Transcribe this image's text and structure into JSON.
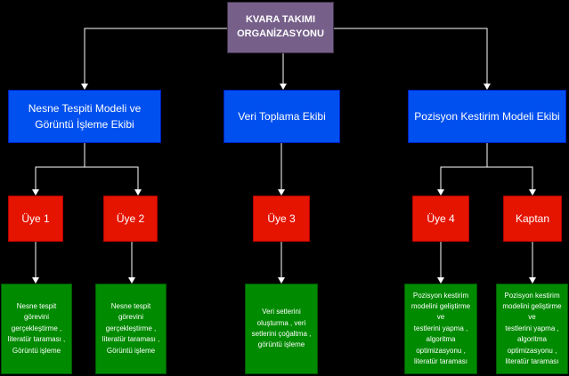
{
  "colors": {
    "root": "#76608a",
    "team": "#0050ef",
    "member": "#e51400",
    "task": "#008a00",
    "edge": "#ffffff",
    "background": "#000000"
  },
  "root": {
    "label": "KVARA TAKIMI\nORGANİZASYONU"
  },
  "teams": [
    {
      "label": "Nesne Tespiti Modeli ve\nGörüntü İşleme Ekibi"
    },
    {
      "label": "Veri Toplama Ekibi"
    },
    {
      "label": "Pozisyon Kestirim Modeli Ekibi"
    }
  ],
  "members": [
    {
      "label": "Üye 1"
    },
    {
      "label": "Üye 2"
    },
    {
      "label": "Üye 3"
    },
    {
      "label": "Üye 4"
    },
    {
      "label": "Kaptan"
    }
  ],
  "tasks": [
    {
      "label": "Nesne tespit görevini\ngerçekleştirme ,\nliteratür taraması ,\nGörüntü işleme"
    },
    {
      "label": "Nesne tespit görevini\ngerçekleştirme ,\nliteratür taraması ,\nGörüntü işleme"
    },
    {
      "label": "Veri setlerini\noluşturma , veri\nsetlerini çoğaltma ,\ngörüntü işleme"
    },
    {
      "label": "Pozisyon kestirim\nmodelini geliştirme ve\ntestlerini yapma ,\nalgoritma\noptimizasyonu ,\nliteratür taraması"
    },
    {
      "label": "Pozisyon kestirim\nmodelini geliştirme ve\ntestlerini yapma ,\nalgoritma\noptimizasyonu ,\nliteratür taraması"
    }
  ]
}
